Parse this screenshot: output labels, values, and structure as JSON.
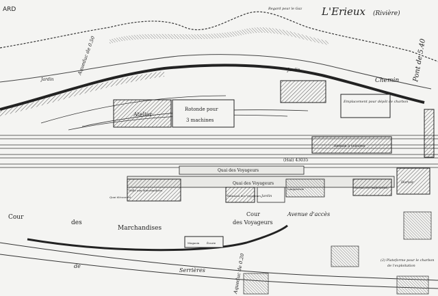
{
  "title_fragment": "ARD",
  "river_label": "L'Erieux",
  "river_sub": "(Rivière)",
  "regard_label": "Regard pour le Gaz",
  "bridge_label": "Pont de 5.40",
  "chemin_label": "Chemin",
  "jardin_label_left": "Jardin",
  "jardin_label_right": "Jardin",
  "aqueduc_left": "Aqueduc de 0.50",
  "aqueduc_bottom": "Aqueduc de 0.20",
  "buildings": {
    "atelier": "Atelier",
    "rotonde": "Rotonde pour",
    "machines": "3 machines",
    "emplacement": "Emplacement pour dépôt de charbon",
    "remise": "Remise à voitures",
    "halle": "(Hal) 43035",
    "quai_voyageurs_top": "Quai des Voyageurs",
    "quai_voyageurs": "Quai des Voyageurs",
    "batiment_voyageurs": "Bâtiment des Voyageurs",
    "halle_marchandises": "Halle aux Marchandises",
    "quai_decouvert": "Quai découvert",
    "lampisterie": "Lampisterie",
    "bureau_expl": "Bureau de l'exploitation",
    "dortoir": "Dortoir",
    "jardin_small": "Jardin",
    "magasin": "Magasin",
    "ecurie": "Écurie"
  },
  "yards": {
    "cour_marchandises_1": "Cour",
    "cour_marchandises_2": "des",
    "cour_marchandises_3": "Marchandises",
    "cour_voyageurs_1": "Cour",
    "cour_voyageurs_2": "des Voyageurs",
    "avenue": "Avenue d'accès"
  },
  "road_label_1": "de",
  "road_label_2": "Serrières",
  "footnote_1": "(2) Plateforme pour le charbon",
  "footnote_2": "de l'exploitation",
  "colors": {
    "ink": "#222222",
    "paper": "#f4f4f2",
    "hatch": "#555555"
  }
}
